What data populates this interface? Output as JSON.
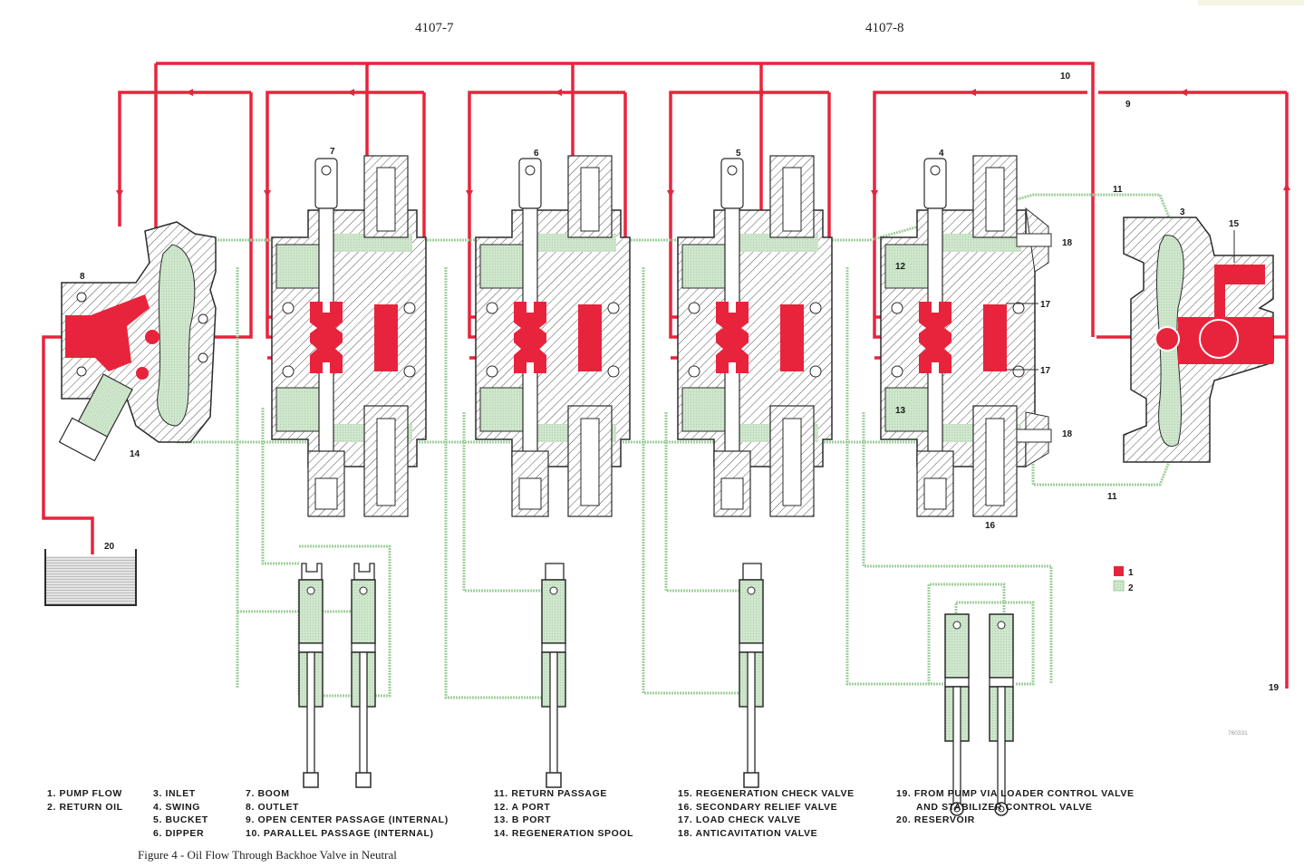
{
  "headers": {
    "left": "4107-7",
    "right": "4107-8"
  },
  "colors": {
    "pump_flow": "#e8243c",
    "return_oil": "#b9dcb8",
    "return_line": "#9fd09c",
    "outline": "#2b2b2b"
  },
  "callouts": {
    "c3": "3",
    "c4": "4",
    "c5": "5",
    "c6": "6",
    "c7": "7",
    "c8": "8",
    "c9": "9",
    "c10": "10",
    "c11a": "11",
    "c11b": "11",
    "c12": "12",
    "c13": "13",
    "c14": "14",
    "c15": "15",
    "c16": "16",
    "c17a": "17",
    "c17b": "17",
    "c18a": "18",
    "c18b": "18",
    "c19": "19",
    "c20": "20"
  },
  "key": {
    "pump": "1",
    "return": "2"
  },
  "drawing_number": "760331",
  "legend": {
    "col1": [
      "1. PUMP FLOW",
      "2. RETURN OIL"
    ],
    "col2": [
      "3. INLET",
      "4. SWING",
      "5. BUCKET",
      "6. DIPPER"
    ],
    "col3": [
      "7. BOOM",
      "8. OUTLET",
      "9. OPEN CENTER PASSAGE (INTERNAL)",
      "10. PARALLEL PASSAGE (INTERNAL)"
    ],
    "col4": [
      "11. RETURN PASSAGE",
      "12. A PORT",
      "13. B PORT",
      "14. REGENERATION SPOOL"
    ],
    "col5": [
      "15. REGENERATION CHECK VALVE",
      "16. SECONDARY RELIEF VALVE",
      "17. LOAD CHECK VALVE",
      "18. ANTICAVITATION VALVE"
    ],
    "col6": [
      "19. FROM PUMP VIA LOADER CONTROL VALVE",
      "AND STABILIZER CONTROL VALVE",
      "20. RESERVOIR"
    ]
  },
  "caption": "Figure 4 - Oil Flow Through Backhoe Valve in Neutral"
}
